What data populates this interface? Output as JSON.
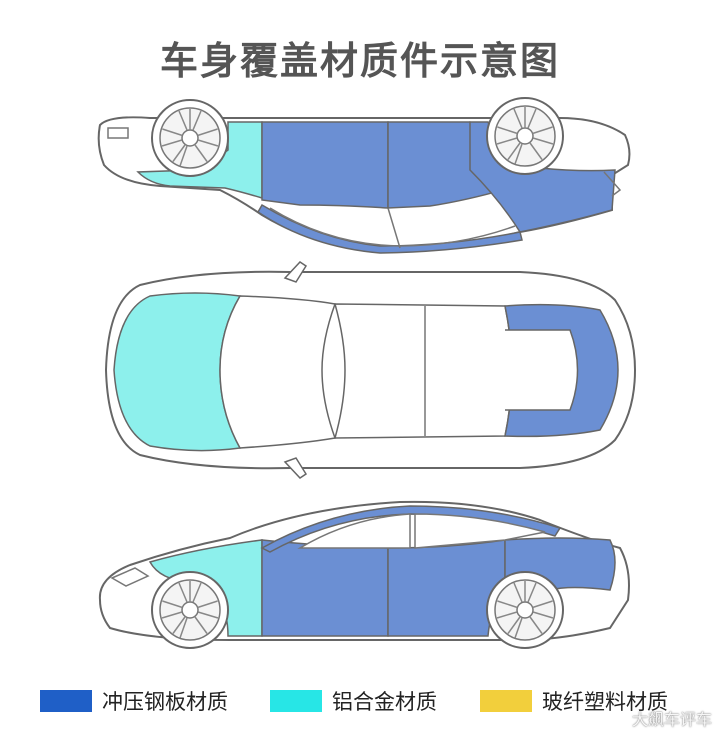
{
  "title": "车身覆盖材质件示意图",
  "colors": {
    "stamped_steel": "#6b8fd3",
    "aluminum": "#8df0ec",
    "fiberglass": "#f2cf3c",
    "outline": "#666666",
    "body_fill": "#ffffff"
  },
  "legend": [
    {
      "label": "冲压钢板材质",
      "color": "#1f5fc7"
    },
    {
      "label": "铝合金材质",
      "color": "#27e6e6"
    },
    {
      "label": "玻纤塑料材质",
      "color": "#f2cf3c"
    }
  ],
  "views": [
    "top-side-view",
    "roof-view",
    "bottom-side-view"
  ],
  "watermark": "大飙车评车"
}
